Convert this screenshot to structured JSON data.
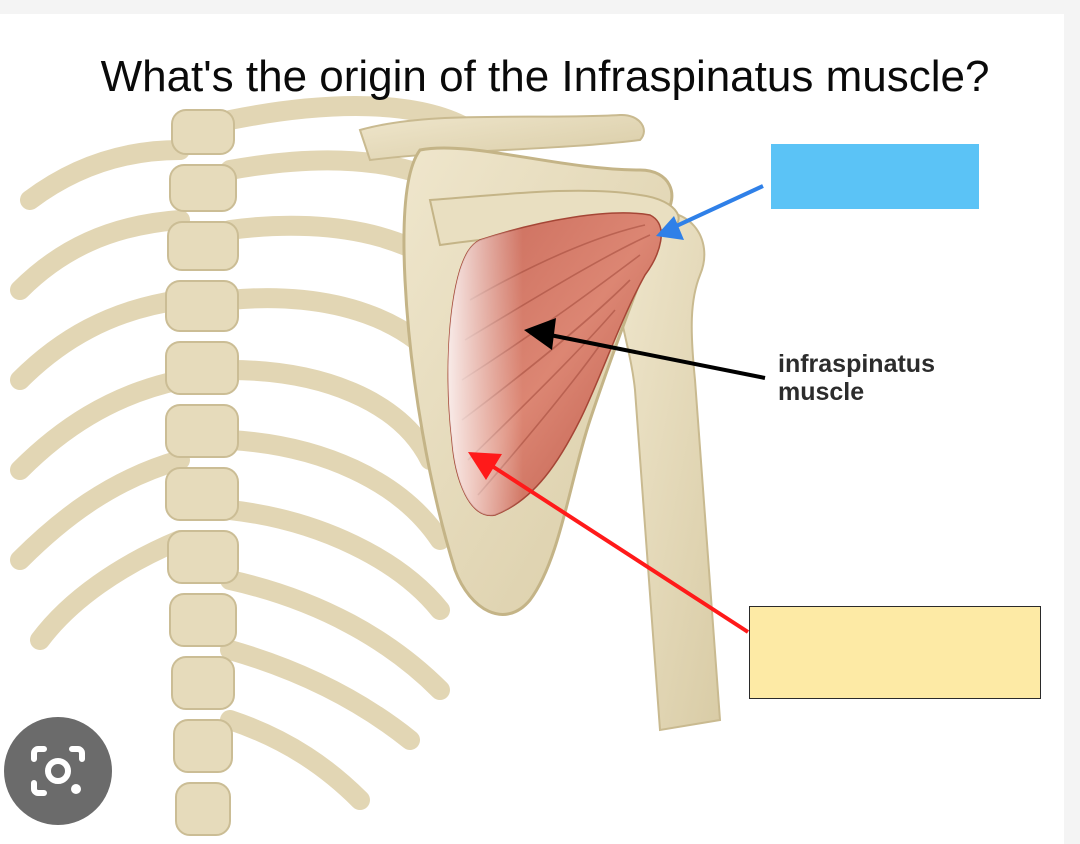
{
  "question": "What's the origin of the Infraspinatus muscle?",
  "labels": {
    "muscle_line1": "infraspinatus",
    "muscle_line2": "muscle"
  },
  "answer_boxes": {
    "top_color": "#5bc3f6",
    "bottom_color": "#fdeaa5"
  },
  "arrows": {
    "insertion_color": "#2f80e8",
    "label_color": "#000000",
    "origin_color": "#ff0000"
  },
  "icons": {
    "lens": "google-lens-icon"
  }
}
